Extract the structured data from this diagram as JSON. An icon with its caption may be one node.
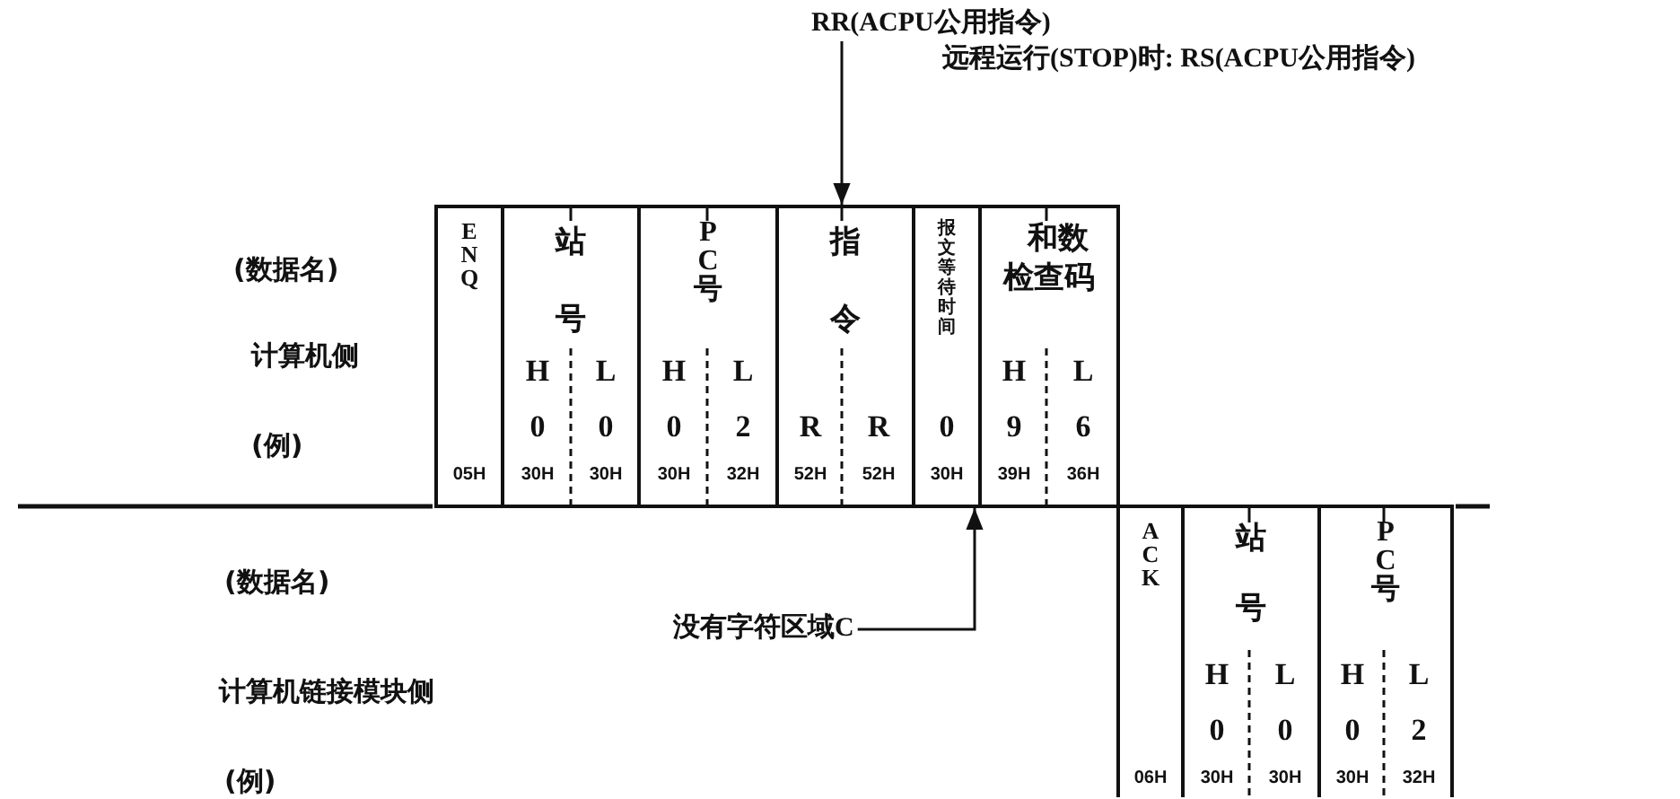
{
  "diagram": {
    "nodes": [
      {
        "text": [
          "RR(ACPU公用指令)"
        ]
      },
      {
        "text": [
          "ENQ",
          "05H"
        ]
      },
      {
        "text": [
          "站号",
          "H",
          "L",
          "0",
          "0",
          "30H",
          "30H"
        ]
      },
      {
        "text": [
          "PC号",
          "H",
          "L",
          "0",
          "2",
          "30H",
          "32H"
        ]
      },
      {
        "text": [
          "指令",
          "R",
          "R",
          "52H",
          "52H"
        ]
      },
      {
        "text": [
          "报文等待时间",
          "0",
          "30H"
        ]
      },
      {
        "text": [
          "和数检查码",
          "H",
          "L",
          "9",
          "6",
          "39H",
          "36H"
        ]
      },
      {
        "text": [
          "没有字符区域C"
        ]
      },
      {
        "text": [
          "ACK",
          "06H"
        ]
      },
      {
        "text": [
          "站号",
          "H",
          "L",
          "0",
          "0",
          "30H",
          "30H"
        ]
      },
      {
        "text": [
          "PC号",
          "H",
          "L",
          "0",
          "2",
          "30H",
          "32H"
        ]
      }
    ],
    "edges": [
      {
        "from": 0,
        "to": 4,
        "arrow": "to"
      },
      {
        "from": 7,
        "to": 5,
        "arrow": "to"
      }
    ],
    "labels": [
      "远程运行(STOP)时: RS(ACPU公用指令)",
      "(数据名)",
      "计算机侧",
      "(例)",
      "(数据名)",
      "计算机链接模块侧",
      "(例)"
    ]
  }
}
